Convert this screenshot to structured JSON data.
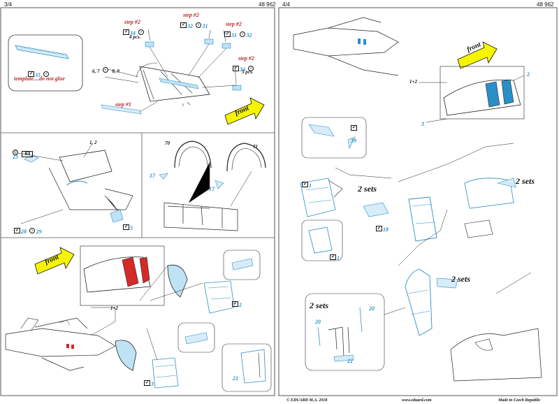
{
  "left_page": {
    "page_number": "3/4",
    "code": "48 962",
    "step2_labels": [
      "step #2",
      "step #2",
      "step #2",
      "step #2"
    ],
    "step1_label": "step #1",
    "parts_top": {
      "p34a": "34",
      "p32": "32",
      "p31a": "31",
      "p31b": "31",
      "p32b": "32",
      "p34b": "34",
      "p35": "35"
    },
    "qty_4": "4 pcs.",
    "qty_5": "5 pcs.",
    "template_note": "template....do not glue",
    "refs_left": "6, 7",
    "refs_left2": "8, 9",
    "front_label": "front",
    "panel2_badge": "63",
    "panel2_refs": "1, 2",
    "panel2_parts": {
      "p25": "25",
      "p28": "28",
      "p29": "29",
      "p5": "5"
    },
    "panel3_refs": {
      "r70": "70",
      "r71": "71"
    },
    "panel3_parts": {
      "p17a": "17",
      "p17b": "17"
    },
    "panel4_ref": "1+2",
    "panel4_parts": {
      "p2": "2",
      "p3": "3",
      "p21": "21"
    }
  },
  "right_page": {
    "page_number": "4/4",
    "code": "48 962",
    "ref_12": "1+2",
    "parts": {
      "p2": "2",
      "p3": "3",
      "p39": "39",
      "p1a": "1",
      "p18": "18",
      "p1b": "1",
      "p20a": "20",
      "p20b": "20",
      "p22": "22"
    },
    "sets": [
      "2 sets",
      "2 sets",
      "2 sets",
      "2 sets"
    ],
    "front_label": "front"
  },
  "footer": {
    "copyright": "© EDUARD  M.A. 2018",
    "website": "www.eduard.com",
    "made_in": "Made in Czech Republic"
  },
  "colors": {
    "accent_blue": "#2a8fc7",
    "step_red": "#c0272d",
    "arrow_yellow": "#f6f500",
    "highlight_red": "#d42a2a"
  }
}
